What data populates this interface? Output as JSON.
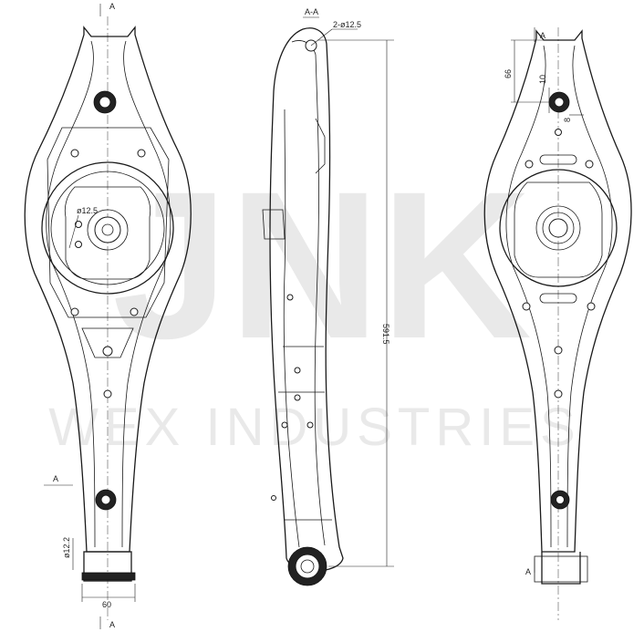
{
  "watermark": {
    "brand": "JNK",
    "company": "WEX INDUSTRIES"
  },
  "section_marks": {
    "top": "A",
    "bottom": "A",
    "side": "A",
    "right_top": "A",
    "right_bottom": "A",
    "section_title": "A-A"
  },
  "dimensions": {
    "hole_spec": "2-ø12.5",
    "bore": "ø12.5",
    "length": "591.5",
    "width": "60",
    "bolt": "ø12.2",
    "offset_height": "66",
    "offset_small": "10",
    "offset_tiny": "8"
  }
}
